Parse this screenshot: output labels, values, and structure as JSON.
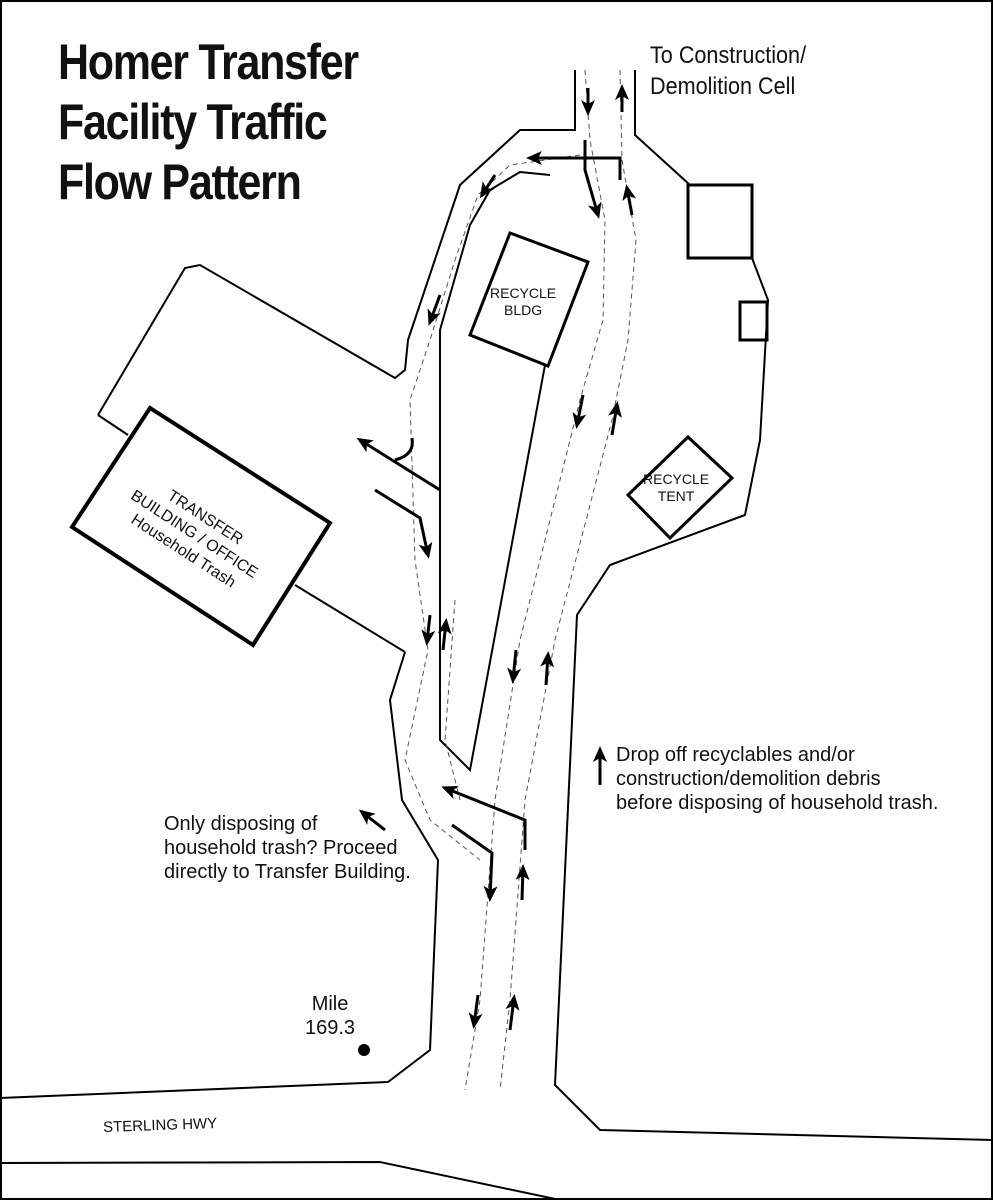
{
  "title": {
    "line1": "Homer Transfer",
    "line2": "Facility Traffic",
    "line3": "Flow Pattern"
  },
  "destination": {
    "line1": "To Construction/",
    "line2": "Demolition Cell"
  },
  "buildings": {
    "recycle_bldg": {
      "line1": "RECYCLE",
      "line2": "BLDG"
    },
    "recycle_tent": {
      "line1": "RECYCLE",
      "line2": "TENT"
    },
    "transfer_building": {
      "line1": "TRANSFER",
      "line2": "BUILDING / OFFICE",
      "line3": "Household Trash"
    }
  },
  "notes": {
    "recycle": {
      "line1": "Drop off recyclables and/or",
      "line2": "construction/demolition debris",
      "line3": "before disposing of household trash."
    },
    "household": {
      "line1": "Only disposing of",
      "line2": "household trash? Proceed",
      "line3": "directly to Transfer Building."
    }
  },
  "milepost": {
    "label": "Mile",
    "value": "169.3"
  },
  "highway": "STERLING HWY"
}
